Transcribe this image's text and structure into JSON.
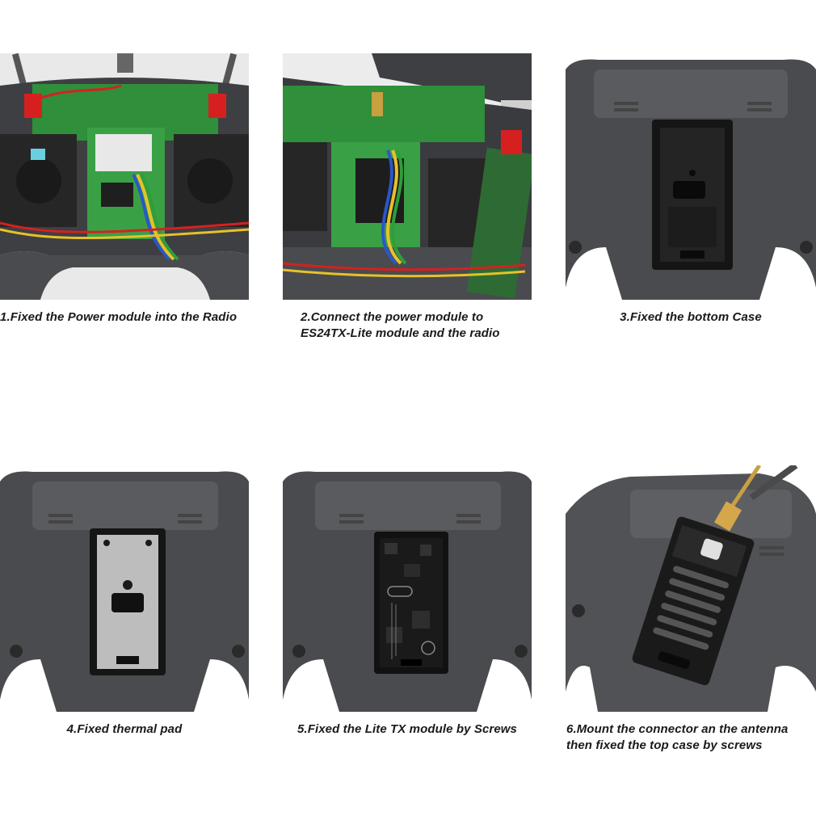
{
  "steps": [
    {
      "number": "1",
      "caption_lines": [
        "1.Fixed the Power module into the Radio"
      ]
    },
    {
      "number": "2",
      "caption_lines": [
        "2.Connect the power module to",
        "ES24TX-Lite module and the radio"
      ]
    },
    {
      "number": "3",
      "caption_lines": [
        "3.Fixed the bottom Case"
      ]
    },
    {
      "number": "4",
      "caption_lines": [
        "4.Fixed thermal pad"
      ]
    },
    {
      "number": "5",
      "caption_lines": [
        "5.Fixed the Lite TX module by Screws"
      ]
    },
    {
      "number": "6",
      "caption_lines": [
        "6.Mount the connector an the antenna",
        "then fixed the top case by screws"
      ]
    }
  ],
  "colors": {
    "radio_body": "#4a4b4e",
    "radio_dark": "#3a3b3e",
    "pcb_green": "#2f8f3a",
    "module_black": "#151515",
    "thermal_pad": "#bdbdbd",
    "wire_red": "#d62020",
    "wire_yellow": "#e6c229",
    "wire_blue": "#2a57c8"
  }
}
